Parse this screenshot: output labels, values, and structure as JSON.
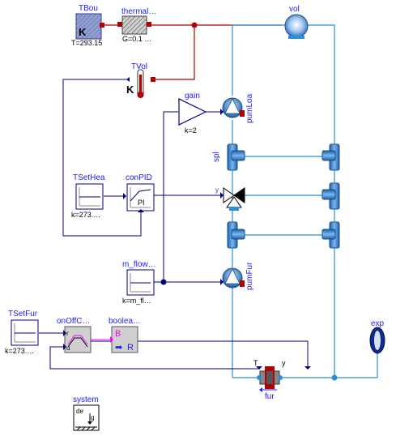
{
  "blocks": {
    "TBou": {
      "name": "TBou",
      "param": "T=293.15",
      "glyph": "K"
    },
    "thermal": {
      "name": "thermal…",
      "param": "G=0.1 …"
    },
    "vol": {
      "name": "vol"
    },
    "TVol": {
      "name": "TVol",
      "glyph": "K"
    },
    "gain": {
      "name": "gain",
      "param": "k=2"
    },
    "pumLoa": {
      "name": "pumLoa"
    },
    "spl": {
      "name": "spl"
    },
    "TSetHea": {
      "name": "TSetHea",
      "param": "k=273.…"
    },
    "conPID": {
      "name": "conPID",
      "glyph": "PI"
    },
    "m_flow": {
      "name": "m_flow…",
      "param": "k=m_fl…"
    },
    "pumFur": {
      "name": "pumFur"
    },
    "TSetFur": {
      "name": "TSetFur",
      "param": "k=273.…"
    },
    "onOffC": {
      "name": "onOffC…",
      "port_r": "r",
      "port_u": "u"
    },
    "boolea": {
      "name": "boolea…",
      "port_B": "B",
      "port_R": "R"
    },
    "exp": {
      "name": "exp"
    },
    "fur": {
      "name": "fur",
      "port_T": "T",
      "port_y": "y"
    },
    "system": {
      "name": "system",
      "glyph_top": "de",
      "glyph_g": "g"
    },
    "valve": {
      "port_y": "y"
    }
  },
  "colors": {
    "thermal_wire": "#b30000",
    "signal_wire": "#00007f",
    "fluid_wire": "#2b8fd6",
    "boolean_wire": "#ff00ff",
    "label": "#1a1aff"
  }
}
